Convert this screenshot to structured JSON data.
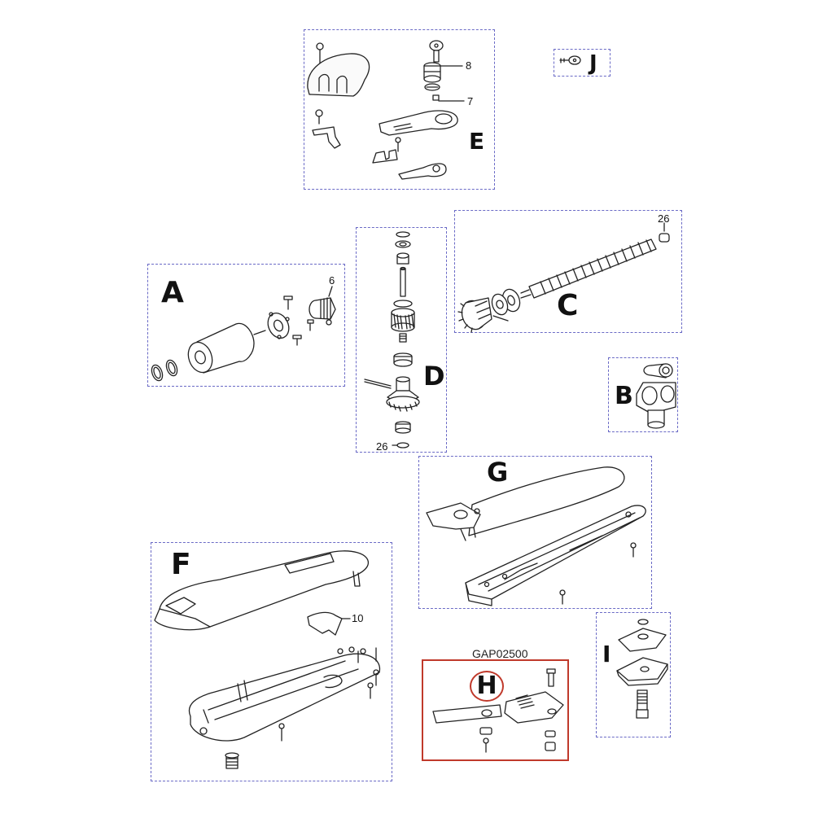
{
  "diagram": {
    "groups": [
      {
        "id": "E",
        "letter": "E",
        "callouts": [
          "8",
          "7"
        ]
      },
      {
        "id": "J",
        "letter": "J"
      },
      {
        "id": "A",
        "letter": "A",
        "callouts": [
          "6"
        ]
      },
      {
        "id": "D",
        "letter": "D",
        "callouts": [
          "26"
        ]
      },
      {
        "id": "C",
        "letter": "C",
        "callouts": [
          "26"
        ]
      },
      {
        "id": "B",
        "letter": "B"
      },
      {
        "id": "G",
        "letter": "G"
      },
      {
        "id": "F",
        "letter": "F",
        "callouts": [
          "10"
        ]
      },
      {
        "id": "H",
        "letter": "H",
        "caption": "GAP02500"
      },
      {
        "id": "I",
        "letter": "I"
      }
    ]
  },
  "colors": {
    "box_border": "#6a6ac6",
    "highlight": "#c0392b",
    "line": "#222222"
  }
}
